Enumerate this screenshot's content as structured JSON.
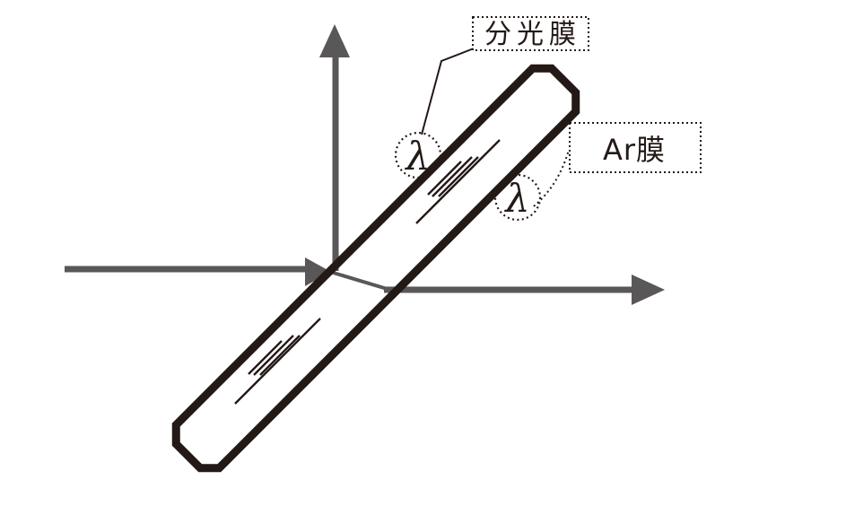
{
  "diagram": {
    "type": "optics-beam-splitter-schematic",
    "labels": {
      "splitter_film": "分光膜",
      "ar_film": "Ar膜",
      "lambda_symbol": "λ"
    },
    "elements": {
      "plate": "tilted glass beam-splitter plate at 45 degrees",
      "incident_beam": "horizontal arrow entering from left",
      "reflected_beam": "vertical arrow pointing up",
      "transmitted_beam": "horizontal arrow exiting right with refraction offset"
    },
    "colors": {
      "ink": "#231916",
      "beam_gray": "#595757",
      "background": "#ffffff"
    }
  }
}
